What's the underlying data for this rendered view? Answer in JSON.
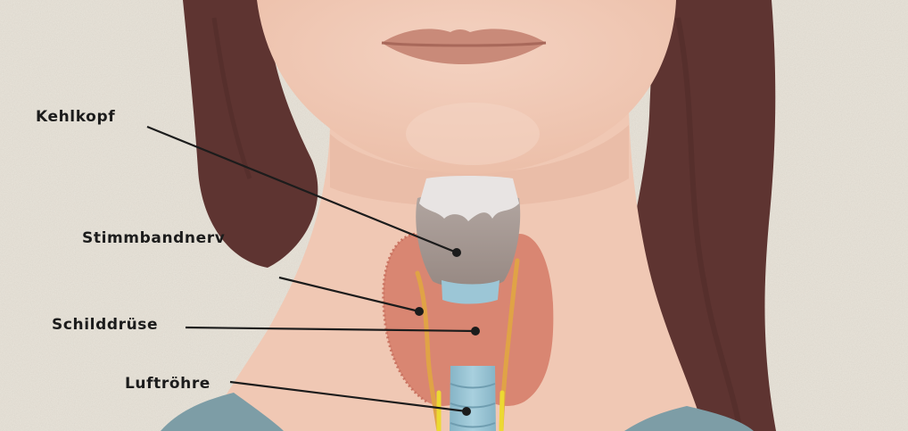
{
  "labels": {
    "larynx": "Kehlkopf",
    "vocal_nerve": "Stimmbandnerv",
    "thyroid": "Schilddrüse",
    "trachea": "Luftröhre"
  },
  "colors": {
    "background": "#e9e4da",
    "skin": "#f0c8b4",
    "skin_shadow": "#e6b49e",
    "hair": "#5e3431",
    "lips": "#c98a79",
    "thyroid": "#d98672",
    "larynx_cartilage": "#a3958f",
    "hyoid": "#e8e4e3",
    "trachea": "#9cc6d6",
    "nerve_orange": "#e0a346",
    "nerve_yellow": "#ecd932",
    "shirt": "#7d9da6",
    "leader_line": "#1c1c1c"
  }
}
